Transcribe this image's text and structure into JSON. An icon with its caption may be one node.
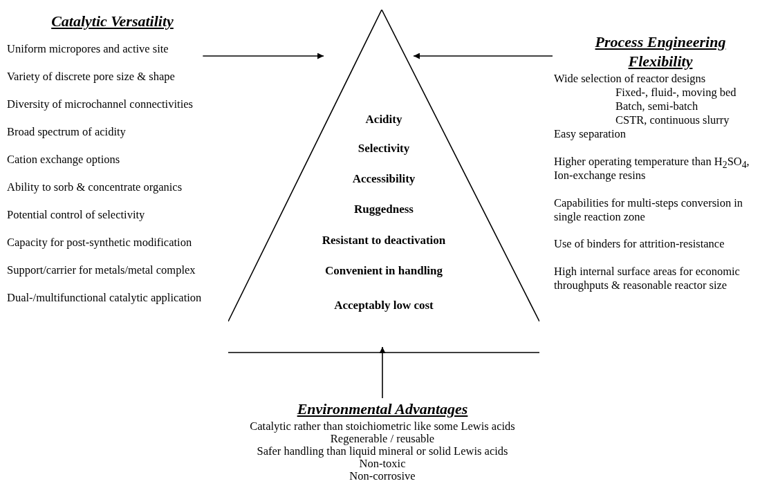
{
  "diagram": {
    "nodes": [
      {
        "text": [
          "Acidity",
          "Selectivity",
          "Accessibility",
          "Ruggedness",
          "Resistant to deactivation",
          "Convenient in handling",
          "Acceptably low cost"
        ]
      },
      {
        "text": [
          "Catalytic Versatility",
          "Uniform micropores and active site",
          "Variety of discrete pore size & shape",
          "Diversity of microchannel connectivities",
          "Broad spectrum of acidity",
          "Cation exchange options",
          "Ability to sorb & concentrate organics",
          "Potential control of selectivity",
          "Capacity for post-synthetic modification",
          "Support/carrier for metals/metal complex",
          "Dual-/multifunctional catalytic application"
        ]
      },
      {
        "text": [
          "Process Engineering Flexibility",
          "Wide selection of reactor designs",
          "Fixed-, fluid-, moving bed",
          "Batch, semi-batch",
          "CSTR, continuous slurry",
          "Easy separation",
          "Higher operating temperature than H$_{2}$SO$_{4}$, Ion-exchange resins",
          "Capabilities for multi-steps conversion in single reaction zone",
          "Use of binders for attrition-resistance",
          "High internal surface areas for economic throughputs & reasonable reactor size"
        ]
      },
      {
        "text": [
          "Environmental Advantages",
          "Catalytic rather than stoichiometric like some Lewis acids",
          "Regenerable / reusable",
          "Safer handling than liquid mineral or solid Lewis acids",
          "Non-toxic",
          "Non-corrosive"
        ]
      }
    ],
    "edges": [
      {
        "from": 1,
        "to": 0,
        "arrow": "to"
      },
      {
        "from": 2,
        "to": 0,
        "arrow": "to"
      },
      {
        "from": 3,
        "to": 0,
        "arrow": "to"
      }
    ]
  }
}
